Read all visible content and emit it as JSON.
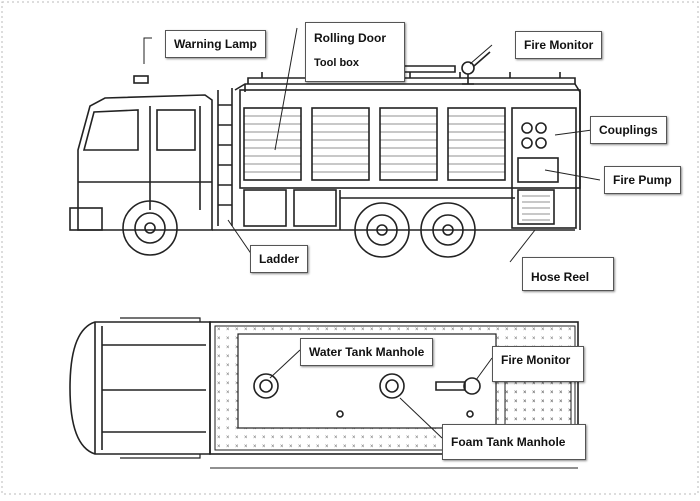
{
  "labels": {
    "warning_lamp": "Warning Lamp",
    "rolling_door": "Rolling Door",
    "tool_box": "Tool box",
    "fire_monitor_top": "Fire Monitor",
    "couplings": "Couplings",
    "fire_pump": "Fire Pump",
    "ladder": "Ladder",
    "hose_reel": "Hose Reel",
    "water_tank_manhole": "Water Tank Manhole",
    "fire_monitor_bottom": "Fire Monitor",
    "foam_tank_manhole": "Foam Tank Manhole"
  },
  "colors": {
    "line": "#222222",
    "label_border": "#555555",
    "background": "#ffffff"
  }
}
